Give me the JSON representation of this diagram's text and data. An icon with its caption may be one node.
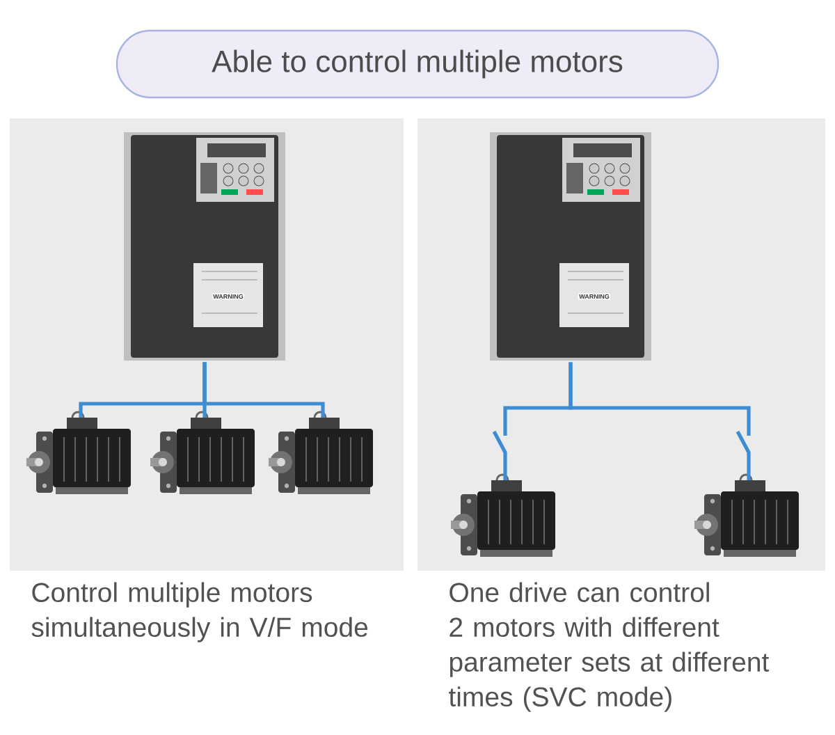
{
  "diagram": {
    "title": "Able to control multiple motors",
    "nodes": [
      {
        "text": [],
        "shape": "picture"
      },
      {
        "text": [],
        "shape": "picture"
      },
      {
        "text": [],
        "shape": "picture"
      },
      {
        "text": [],
        "shape": "picture"
      },
      {
        "text": [],
        "shape": "picture"
      },
      {
        "text": [],
        "shape": "picture"
      },
      {
        "text": [],
        "shape": "picture"
      }
    ],
    "edges": [
      {
        "from": 0,
        "to": 1,
        "arrow": "none"
      },
      {
        "from": 0,
        "to": 2,
        "arrow": "none"
      },
      {
        "from": 0,
        "to": 3,
        "arrow": "none"
      },
      {
        "from": 4,
        "to": 5,
        "arrow": "none"
      },
      {
        "from": 4,
        "to": 6,
        "arrow": "none"
      }
    ],
    "labels": [
      "WARNING",
      "WARNING",
      "Control multiple motors simultaneously in V/F mode",
      "One drive can control 2 motors with different parameter sets at different times (SVC mode)"
    ]
  }
}
